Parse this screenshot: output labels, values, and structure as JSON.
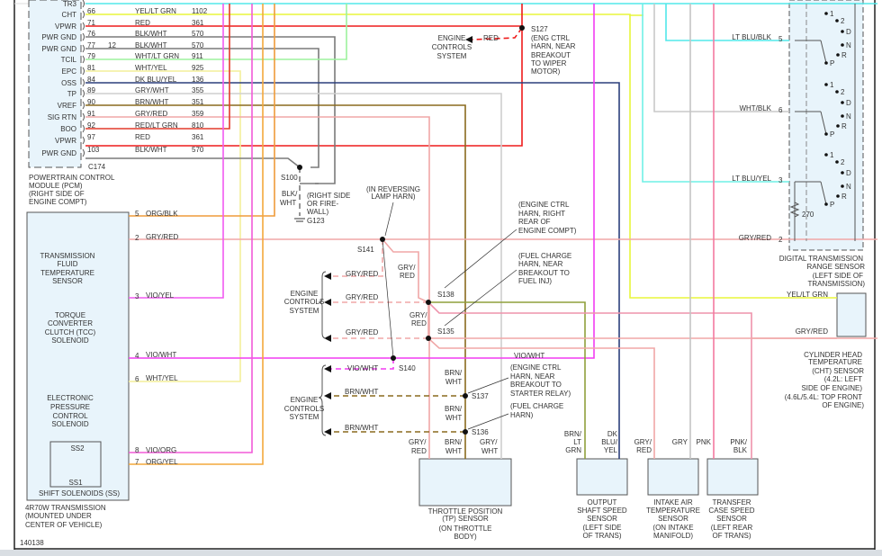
{
  "figure_id": "140138",
  "colors": {
    "yel_lt_grn": "#e8f53a",
    "red": "#ee1c1c",
    "blk_wht": "#7a7a7a",
    "wht_lt_grn": "#9df29d",
    "wht_yel": "#f4ef9a",
    "dk_blu_yel": "#2b3f7c",
    "gry_wht": "#cfcfcf",
    "brn_wht": "#8a6a1e",
    "gry_red": "#f0a7a7",
    "red_lt_grn": "#e23b2b",
    "org_blk": "#ef9b3a",
    "vio_yel": "#f25af2",
    "vio_wht": "#f23cf2",
    "vio_org": "#f25ad8",
    "org_yel": "#f4a83c",
    "lt_blu_blk": "#52e8ea",
    "lt_blu_yel": "#6ff0e6",
    "wht_blk": "#c8c8c8",
    "brn_lt_grn": "#8fa03c",
    "gry": "#c4c4c4",
    "pnk": "#f47aa0",
    "pnk_blk": "#ee93ac",
    "component_fill": "#e8f4fb"
  },
  "pcm": {
    "connector": "C174",
    "title_lines": [
      "POWERTRAIN CONTROL",
      "MODULE (PCM)",
      "(RIGHT SIDE OF",
      "ENGINE COMPT)"
    ],
    "pins": [
      {
        "label": "TR3",
        "pin": "",
        "extra": "",
        "color_name": "",
        "circuit": ""
      },
      {
        "label": "CHT",
        "pin": "66",
        "extra": "",
        "color_name": "YEL/LT GRN",
        "circuit": "1102"
      },
      {
        "label": "VPWR",
        "pin": "71",
        "extra": "",
        "color_name": "RED",
        "circuit": "361"
      },
      {
        "label": "PWR GND",
        "pin": "76",
        "extra": "",
        "color_name": "BLK/WHT",
        "circuit": "570"
      },
      {
        "label": "PWR GND",
        "pin": "77",
        "extra": "12",
        "color_name": "BLK/WHT",
        "circuit": "570"
      },
      {
        "label": "TCIL",
        "pin": "79",
        "extra": "",
        "color_name": "WHT/LT GRN",
        "circuit": "911"
      },
      {
        "label": "EPC",
        "pin": "81",
        "extra": "",
        "color_name": "WHT/YEL",
        "circuit": "925"
      },
      {
        "label": "OSS",
        "pin": "84",
        "extra": "",
        "color_name": "DK BLU/YEL",
        "circuit": "136"
      },
      {
        "label": "TP",
        "pin": "89",
        "extra": "",
        "color_name": "GRY/WHT",
        "circuit": "355"
      },
      {
        "label": "VREF",
        "pin": "90",
        "extra": "",
        "color_name": "BRN/WHT",
        "circuit": "351"
      },
      {
        "label": "SIG RTN",
        "pin": "91",
        "extra": "",
        "color_name": "GRY/RED",
        "circuit": "359"
      },
      {
        "label": "BOO",
        "pin": "92",
        "extra": "",
        "color_name": "RED/LT GRN",
        "circuit": "810"
      },
      {
        "label": "VPWR",
        "pin": "97",
        "extra": "",
        "color_name": "RED",
        "circuit": "361"
      },
      {
        "label": "PWR GND",
        "pin": "103",
        "extra": "",
        "color_name": "BLK/WHT",
        "circuit": "570"
      }
    ]
  },
  "transmission": {
    "title_lines": [
      "4R70W TRANSMISSION",
      "(MOUNTED UNDER",
      "CENTER OF VEHICLE)"
    ],
    "pins": [
      {
        "pin": "5",
        "color_name": "ORG/BLK"
      },
      {
        "pin": "2",
        "color_name": "GRY/RED"
      },
      {
        "pin": "3",
        "color_name": "VIO/YEL"
      },
      {
        "pin": "4",
        "color_name": "VIO/WHT"
      },
      {
        "pin": "6",
        "color_name": "WHT/YEL"
      },
      {
        "pin": "8",
        "color_name": "VIO/ORG"
      },
      {
        "pin": "7",
        "color_name": "ORG/YEL"
      }
    ],
    "tft_lines": [
      "TRANSMISSION",
      "FLUID",
      "TEMPERATURE",
      "SENSOR"
    ],
    "tcc_lines": [
      "TORQUE",
      "CONVERTER",
      "CLUTCH (TCC)",
      "SOLENOID"
    ],
    "epc_lines": [
      "ELECTRONIC",
      "PRESSURE",
      "CONTROL",
      "SOLENOID"
    ],
    "ss2": "SS2",
    "ss1": "SS1",
    "ss_label": "SHIFT SOLENOIDS (SS)"
  },
  "splices": {
    "s127": {
      "id": "S127",
      "lines": [
        "(ENG CTRL",
        "HARN, NEAR",
        "BREAKOUT",
        "TO WIPER",
        "MOTOR)"
      ],
      "wire": "RED"
    },
    "s100": {
      "id": "S100",
      "wire_lines": [
        "BLK/",
        "WHT"
      ],
      "loc_lines": [
        "(RIGHT SIDE",
        "OR FIRE-",
        "WALL)"
      ],
      "ground": "G123"
    },
    "s141": {
      "id": "S141",
      "note_lines": [
        "(IN REVERSING",
        "LAMP HARN)"
      ]
    },
    "s138": {
      "id": "S138",
      "note_lines": [
        "(ENGINE CTRL",
        "HARN, RIGHT",
        "REAR OF",
        "ENGINE COMPT)"
      ]
    },
    "s135": {
      "id": "S135",
      "note_lines": [
        "(FUEL CHARGE",
        "HARN, NEAR",
        "BREAKOUT TO",
        "FUEL INJ)"
      ]
    },
    "s140": {
      "id": "S140"
    },
    "s137": {
      "id": "S137",
      "note_lines": [
        "(ENGINE CTRL",
        "HARN, NEAR",
        "BREAKOUT TO",
        "STARTER RELAY)"
      ]
    },
    "s136": {
      "id": "S136",
      "note_lines": [
        "(FUEL CHARGE",
        "HARN)"
      ]
    }
  },
  "engine_controls": {
    "label_lines": [
      "ENGINE",
      "CONTROLS",
      "SYSTEM"
    ]
  },
  "wire_labels": {
    "red": "RED",
    "gry_red": "GRY/RED",
    "gry_slash": "GRY/",
    "red_word": "RED",
    "vio_wht": "VIO/WHT",
    "brn_wht": "BRN/WHT",
    "brn_slash": "BRN/",
    "wht_word": "WHT",
    "gry_wht_slash": "GRY/",
    "brn_lt_grn": [
      "BRN/",
      "LT",
      "GRN"
    ],
    "dk_blu_yel": [
      "DK",
      "BLU/",
      "YEL"
    ],
    "gry_red_iat": [
      "GRY/",
      "RED"
    ],
    "gry": "GRY",
    "pnk": "PNK",
    "pnk_blk": [
      "PNK/",
      "BLK"
    ]
  },
  "tp_sensor": {
    "lines": [
      "THROTTLE POSITION",
      "(TP) SENSOR",
      "(ON THROTTLE",
      "BODY)"
    ]
  },
  "oss_sensor": {
    "lines": [
      "OUTPUT",
      "SHAFT SPEED",
      "SENSOR",
      "(LEFT SIDE",
      "OF TRANS)"
    ]
  },
  "iat_sensor": {
    "lines": [
      "INTAKE AIR",
      "TEMPERATURE",
      "SENSOR",
      "(ON INTAKE",
      "MANIFOLD)"
    ]
  },
  "tcss_sensor": {
    "lines": [
      "TRANSFER",
      "CASE SPEED",
      "SENSOR",
      "(LEFT REAR",
      "OF TRANS)"
    ]
  },
  "dtr_sensor": {
    "title_lines": [
      "DIGITAL TRANSMISSION",
      "RANGE SENSOR",
      "(LEFT SIDE OF",
      "TRANSMISSION)"
    ],
    "pins": [
      {
        "pin": "5",
        "color_name": "LT BLU/BLK"
      },
      {
        "pin": "6",
        "color_name": "WHT/BLK"
      },
      {
        "pin": "3",
        "color_name": "LT BLU/YEL"
      },
      {
        "pin": "2",
        "color_name": "GRY/RED"
      }
    ],
    "positions": [
      "1",
      "2",
      "D",
      "N",
      "R",
      "P"
    ],
    "resistor": "270"
  },
  "cht_sensor": {
    "pins": [
      {
        "color_name": "YEL/LT GRN"
      },
      {
        "color_name": "GRY/RED"
      }
    ],
    "lines": [
      "CYLINDER HEAD",
      "TEMPERATURE",
      "(CHT) SENSOR",
      "(4.2L: LEFT",
      "SIDE OF ENGINE)",
      "(4.6L/5.4L: TOP FRONT",
      "OF ENGINE)"
    ]
  }
}
